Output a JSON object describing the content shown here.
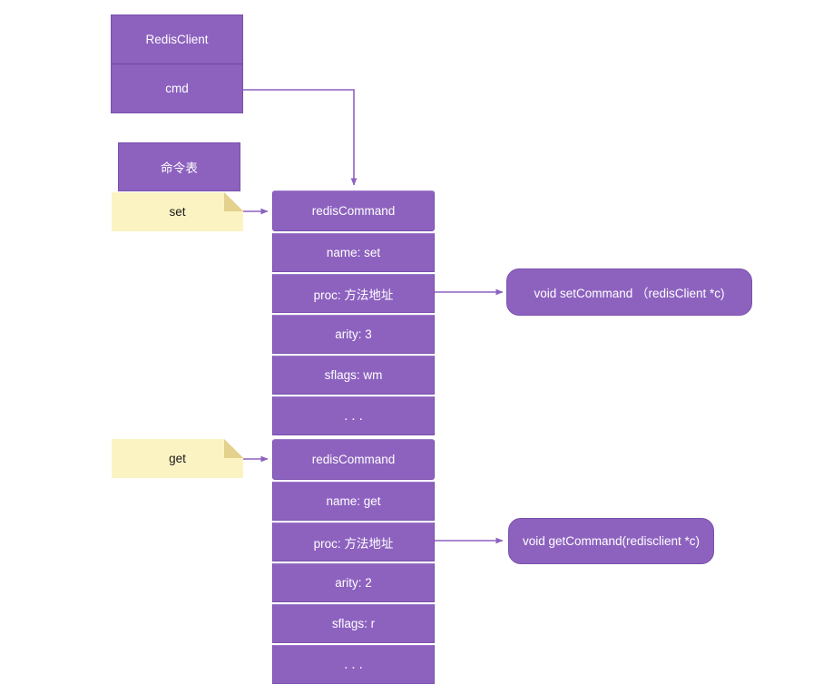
{
  "diagram": {
    "title_hidden": "",
    "colors": {
      "box_fill": "#8d62bf",
      "box_stroke": "#7a50ad",
      "note_fill": "#fcf3c3",
      "note_fold": "#e3d18d",
      "connector": "#8d62bf",
      "text_light": "#ffffff",
      "text_dark": "#1a1a1a",
      "background": "#ffffff"
    },
    "client": {
      "title": "RedisClient",
      "field": "cmd"
    },
    "command_table": {
      "title": "命令表",
      "entries": [
        {
          "key": "set"
        },
        {
          "key": "get"
        }
      ]
    },
    "structs": [
      {
        "name": "redisCommand",
        "rows": [
          "name: set",
          "proc: 方法地址",
          "arity: 3",
          "sflags: wm",
          "..."
        ]
      },
      {
        "name": "redisCommand",
        "rows": [
          "name: get",
          "proc: 方法地址",
          "arity: 2",
          "sflags: r",
          "..."
        ]
      }
    ],
    "functions": [
      {
        "signature": "void setCommand （redisClient *c)"
      },
      {
        "signature": "void getCommand(redisclient *c)"
      }
    ]
  }
}
